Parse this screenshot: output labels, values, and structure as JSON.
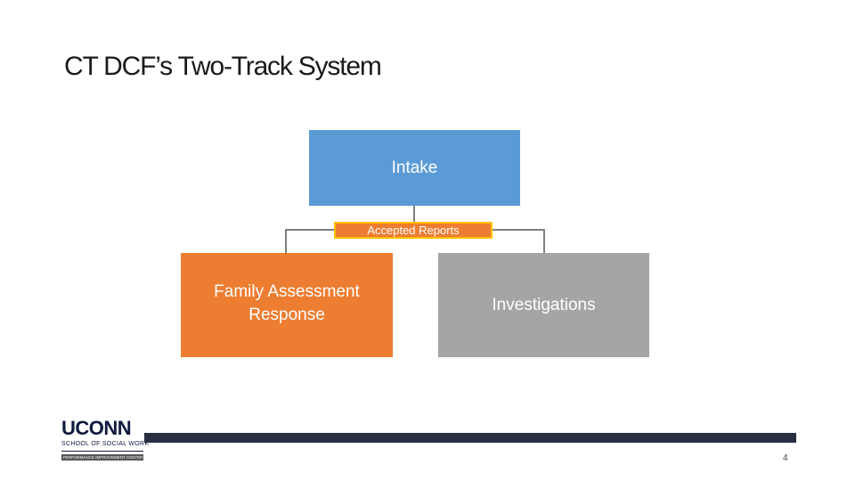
{
  "slide": {
    "title": "CT DCF’s Two-Track System",
    "page_number": "4"
  },
  "diagram": {
    "top_node": {
      "label": "Intake",
      "color": "#5b9bd5"
    },
    "branch_label": {
      "text": "Accepted Reports",
      "fill": "#ed7d31",
      "border": "#ffc000"
    },
    "children": [
      {
        "label": "Family Assessment\nResponse",
        "color": "#ed7d31"
      },
      {
        "label": "Investigations",
        "color": "#a5a5a5"
      }
    ],
    "connector_color": "#7f7f7f"
  },
  "logo": {
    "wordmark": "UCONN",
    "subtitle": "SCHOOL OF SOCIAL WORK",
    "center_name": "PERFORMANCE IMPROVEMENT CENTER",
    "color": "#0e1a3d"
  },
  "footer": {
    "bar_color": "#263040"
  }
}
